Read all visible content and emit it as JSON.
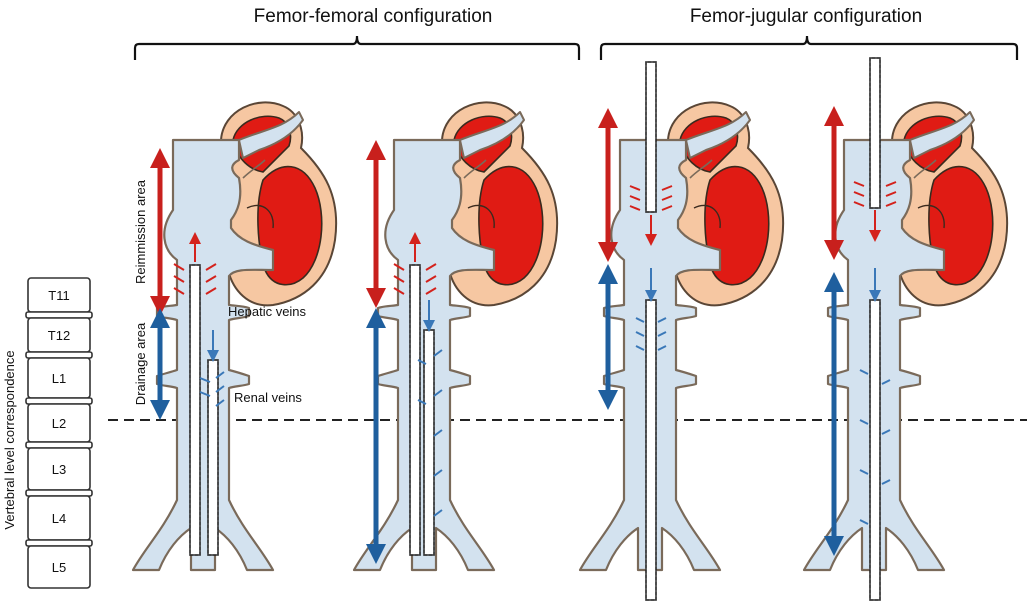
{
  "headers": {
    "femor_femoral": "Femor-femoral configuration",
    "femor_jugular": "Femor-jugular configuration"
  },
  "labels": {
    "reimmission_area": "Reimmission area",
    "drainage_area": "Drainage area",
    "hepatic_veins": "Hepatic veins",
    "renal_veins": "Renal veins",
    "vertebral_level": "Vertebral level correspondence"
  },
  "vertebrae": [
    "T11",
    "T12",
    "L1",
    "L2",
    "L3",
    "L4",
    "L5"
  ],
  "colors": {
    "vessel_fill": "#d3e2ef",
    "vessel_outline": "#7a6a5a",
    "heart_red": "#e01b14",
    "heart_tissue": "#f6c7a2",
    "reinjection_red": "#c8201d",
    "drainage_blue": "#1f5f9e",
    "dashed_line": "#222222"
  }
}
